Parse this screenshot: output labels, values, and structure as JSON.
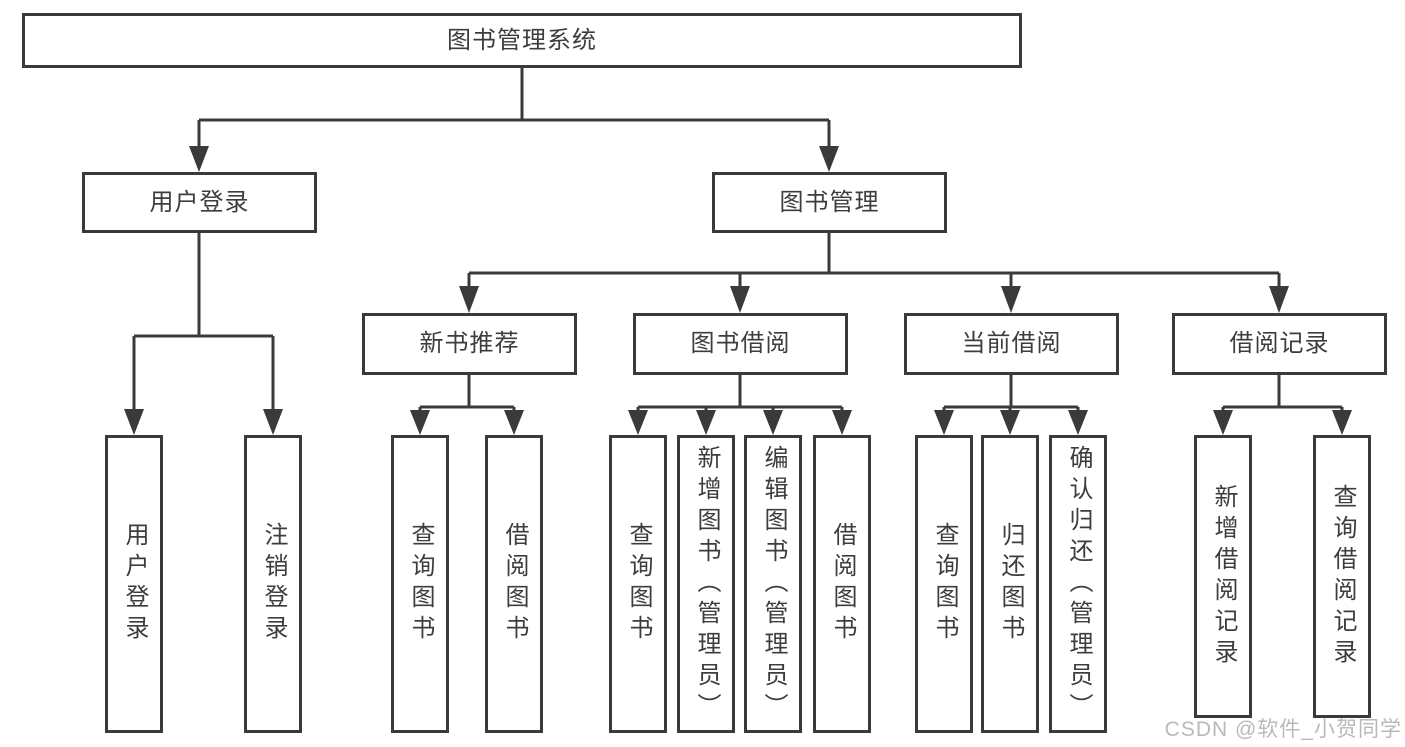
{
  "diagram": {
    "root": {
      "label": "图书管理系统"
    },
    "level2": {
      "user_login": "用户登录",
      "book_management": "图书管理"
    },
    "level3": {
      "new_book_recommend": "新书推荐",
      "book_borrow": "图书借阅",
      "current_borrow": "当前借阅",
      "borrow_records": "借阅记录"
    },
    "leaves": {
      "user_login": [
        "用户登录",
        "注销登录"
      ],
      "new_book_recommend": [
        "查询图书",
        "借阅图书"
      ],
      "book_borrow": [
        "查询图书",
        "新增图书（管理员）",
        "编辑图书（管理员）",
        "借阅图书"
      ],
      "current_borrow": [
        "查询图书",
        "归还图书",
        "确认归还（管理员）"
      ],
      "borrow_records": [
        "新增借阅记录",
        "查询借阅记录"
      ]
    },
    "colors": {
      "line": "#3a3a3a",
      "text": "#3d3d3d",
      "background": "#ffffff",
      "watermark": "#b9b9b9"
    },
    "watermark": "CSDN @软件_小贺同学"
  }
}
